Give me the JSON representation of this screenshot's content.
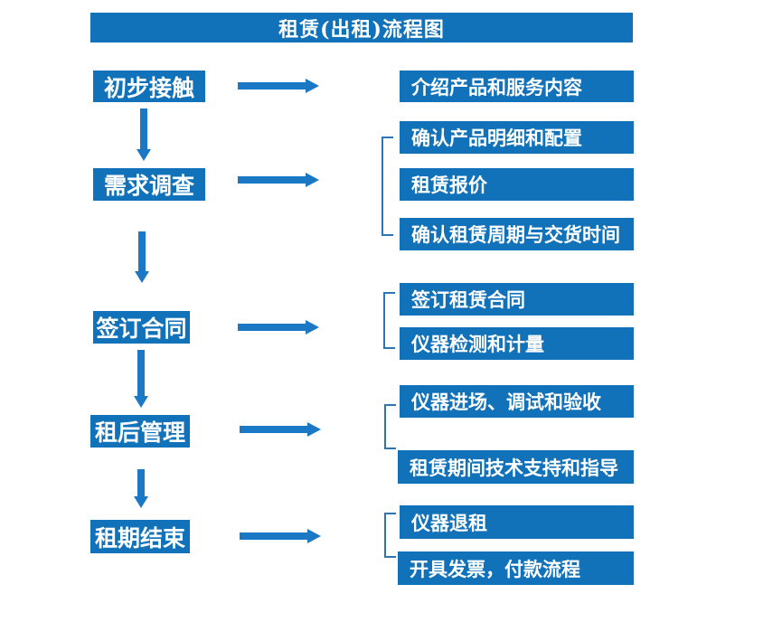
{
  "title": "租赁(出租)流程图",
  "colors": {
    "primary": "#1172ba",
    "arrow": "#1b78c4",
    "bracket": "#2e75b6",
    "text": "#ffffff",
    "background": "#ffffff"
  },
  "steps": [
    {
      "label": "初步接触",
      "outputs": [
        "介绍产品和服务内容"
      ]
    },
    {
      "label": "需求调查",
      "outputs": [
        "确认产品明细和配置",
        "租赁报价",
        "确认租赁周期与交货时间"
      ]
    },
    {
      "label": "签订合同",
      "outputs": [
        "签订租赁合同",
        "仪器检测和计量"
      ]
    },
    {
      "label": "租后管理",
      "outputs": [
        "仪器进场、调试和验收",
        "租赁期间技术支持和指导"
      ]
    },
    {
      "label": "租期结束",
      "outputs": [
        "仪器退租",
        "开具发票，付款流程"
      ]
    }
  ]
}
